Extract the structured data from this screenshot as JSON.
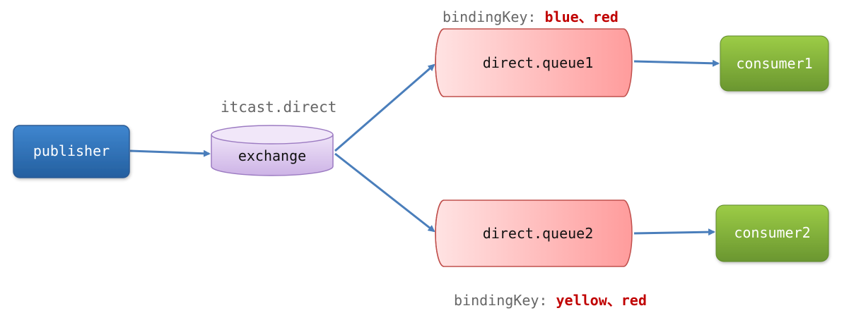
{
  "publisher": {
    "label": "publisher"
  },
  "exchange": {
    "name": "itcast.direct",
    "label": "exchange"
  },
  "queues": [
    {
      "label": "direct.queue1",
      "binding_prefix": "bindingKey: ",
      "binding_keys": "blue、red"
    },
    {
      "label": "direct.queue2",
      "binding_prefix": "bindingKey: ",
      "binding_keys": "yellow、red"
    }
  ],
  "consumers": [
    {
      "label": "consumer1"
    },
    {
      "label": "consumer2"
    }
  ],
  "colors": {
    "publisher": "#2e75b6",
    "exchange": "#dcc8ee",
    "queue": "#ff9c9c",
    "consumer": "#7dab3a",
    "arrow": "#4a7ebb",
    "binding_key": "#c00000"
  }
}
